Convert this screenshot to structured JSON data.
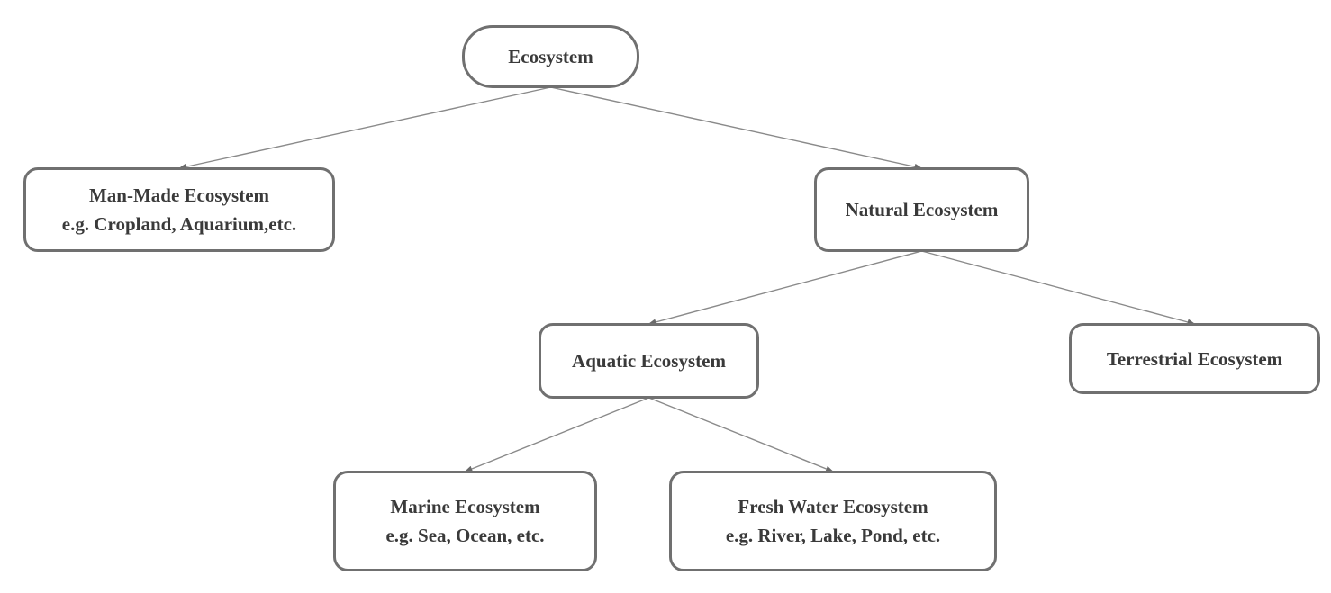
{
  "diagram": {
    "nodes": {
      "root": {
        "label": "Ecosystem"
      },
      "manmade": {
        "label": "Man-Made Ecosystem",
        "example": "e.g. Cropland, Aquarium,etc."
      },
      "natural": {
        "label": "Natural Ecosystem"
      },
      "aquatic": {
        "label": "Aquatic Ecosystem"
      },
      "terrestrial": {
        "label": "Terrestrial Ecosystem"
      },
      "marine": {
        "label": "Marine Ecosystem",
        "example": "e.g. Sea, Ocean, etc."
      },
      "freshwater": {
        "label": "Fresh Water Ecosystem",
        "example": "e.g. River, Lake, Pond, etc."
      }
    },
    "edges": [
      {
        "from": "root",
        "to": "manmade"
      },
      {
        "from": "root",
        "to": "natural"
      },
      {
        "from": "natural",
        "to": "aquatic"
      },
      {
        "from": "natural",
        "to": "terrestrial"
      },
      {
        "from": "aquatic",
        "to": "marine"
      },
      {
        "from": "aquatic",
        "to": "freshwater"
      }
    ],
    "colors": {
      "node_border": "#707070",
      "edge": "#8a8a8a",
      "text": "#3a3a3a",
      "background": "#ffffff"
    }
  }
}
